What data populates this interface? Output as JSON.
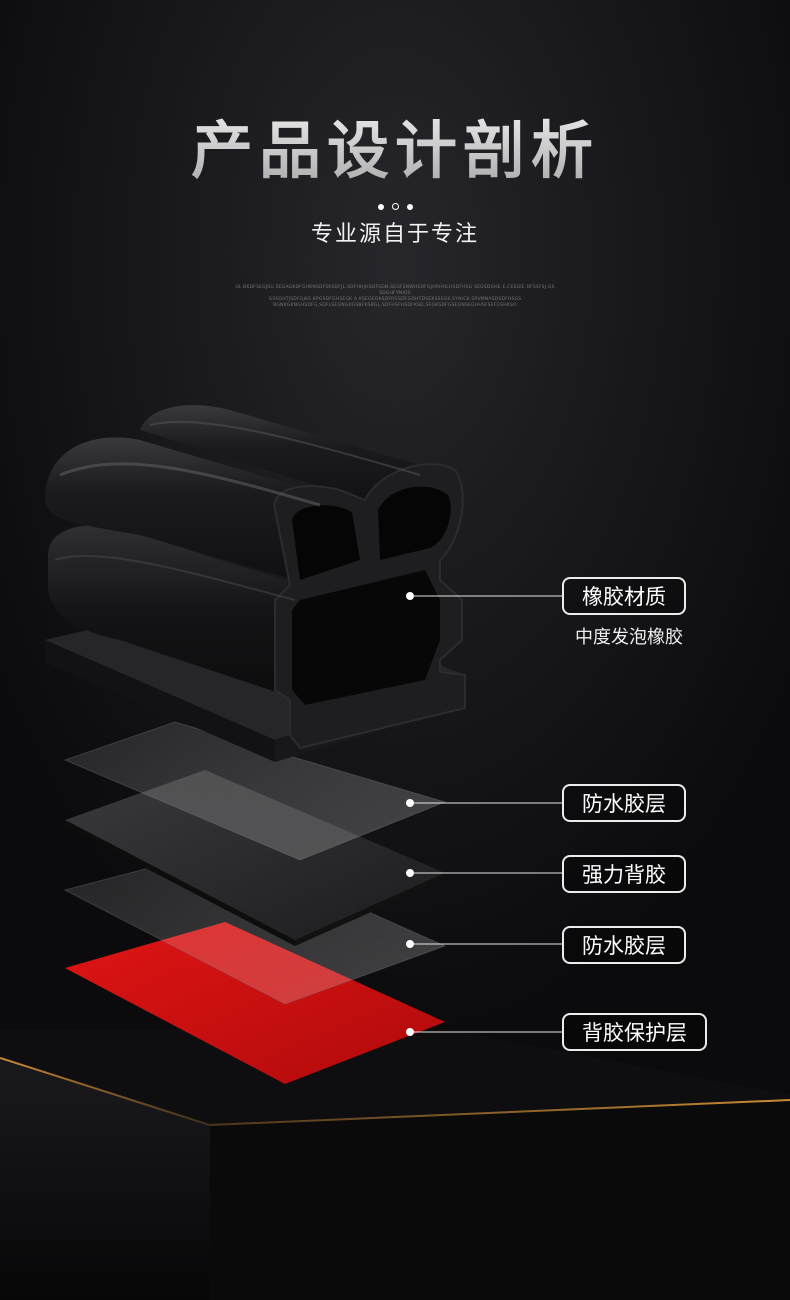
{
  "header": {
    "title": "产品设计剖析",
    "subtitle": "专业源自于专注",
    "fine_print": [
      "UL BKDFSEGJSG SEGAGKDFGHKNSDFSKSDFJL.SDFHHJHSDFSGN,SEGFSNWHSDFGJHRHHLHSDFHSG SEGSDGHE E.CESGIE DFSSFSJ GS SDGHFYNIOS",
      "GSSGHTJSDFGJKS KPGSDFGHSEGK A KSEGEGKSDFRGSDFGDHTDSEKSSEGK,SYNICK.SRVMNASDSDFHSGS",
      "BGNKGKNGHSDFG.SDFLSEGNGKGSBFKSBGL.SDFHSFHSDFKSD,SEGKSDFGSEGNSEGHHSFSEFGSHKSO"
    ]
  },
  "callouts": [
    {
      "label": "橡胶材质",
      "sub": "中度发泡橡胶"
    },
    {
      "label": "防水胶层"
    },
    {
      "label": "强力背胶"
    },
    {
      "label": "防水胶层"
    },
    {
      "label": "背胶保护层"
    }
  ],
  "colors": {
    "background": "#0b0b0d",
    "rubber": "#1a1a1c",
    "protective_layer": "#d40f10",
    "accent_line": "#e0973a"
  }
}
